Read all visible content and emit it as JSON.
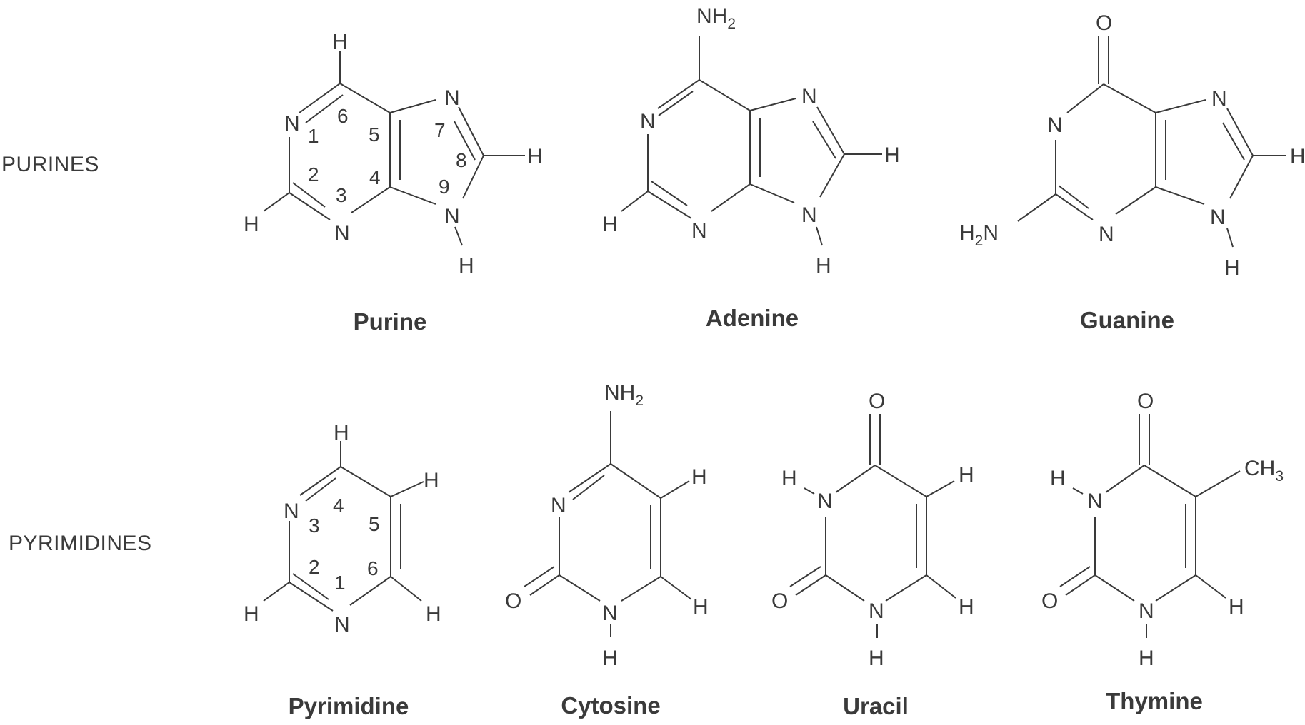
{
  "row_labels": {
    "purines": "PURINES",
    "pyrimidines": "PYRIMIDINES"
  },
  "molecules": {
    "purine": {
      "name": "Purine",
      "atoms": {
        "n1": "N",
        "n3": "N",
        "n7": "N",
        "n9": "N",
        "h6": "H",
        "h2": "H",
        "h8": "H",
        "h9": "H"
      },
      "positions": {
        "p1": "1",
        "p2": "2",
        "p3": "3",
        "p4": "4",
        "p5": "5",
        "p6": "6",
        "p7": "7",
        "p8": "8",
        "p9": "9"
      }
    },
    "adenine": {
      "name": "Adenine",
      "atoms": {
        "n1": "N",
        "n3": "N",
        "n7": "N",
        "n9": "N",
        "h2": "H",
        "h8": "H",
        "h9": "H",
        "nh2_n": "NH",
        "nh2_sub": "2"
      }
    },
    "guanine": {
      "name": "Guanine",
      "atoms": {
        "o6": "O",
        "n1": "N",
        "n3": "N",
        "n7": "N",
        "n9": "N",
        "h8": "H",
        "h9": "H",
        "h2n_h": "H",
        "h2n_sub": "2",
        "h2n_n": "N"
      }
    },
    "pyrimidine": {
      "name": "Pyrimidine",
      "atoms": {
        "n3": "N",
        "n1": "N",
        "h4": "H",
        "h5": "H",
        "h2": "H",
        "h6": "H"
      },
      "positions": {
        "p1": "1",
        "p2": "2",
        "p3": "3",
        "p4": "4",
        "p5": "5",
        "p6": "6"
      }
    },
    "cytosine": {
      "name": "Cytosine",
      "atoms": {
        "nh2_n": "NH",
        "nh2_sub": "2",
        "n3": "N",
        "n1": "N",
        "o2": "O",
        "h5": "H",
        "h6": "H",
        "h1": "H"
      }
    },
    "uracil": {
      "name": "Uracil",
      "atoms": {
        "o4": "O",
        "n3": "N",
        "h3": "H",
        "n1": "N",
        "h1": "H",
        "o2": "O",
        "h5": "H",
        "h6": "H"
      }
    },
    "thymine": {
      "name": "Thymine",
      "atoms": {
        "o4": "O",
        "n3": "N",
        "h3": "H",
        "n1": "N",
        "h1": "H",
        "o2": "O",
        "ch3_c": "CH",
        "ch3_sub": "3",
        "h6": "H"
      }
    }
  }
}
